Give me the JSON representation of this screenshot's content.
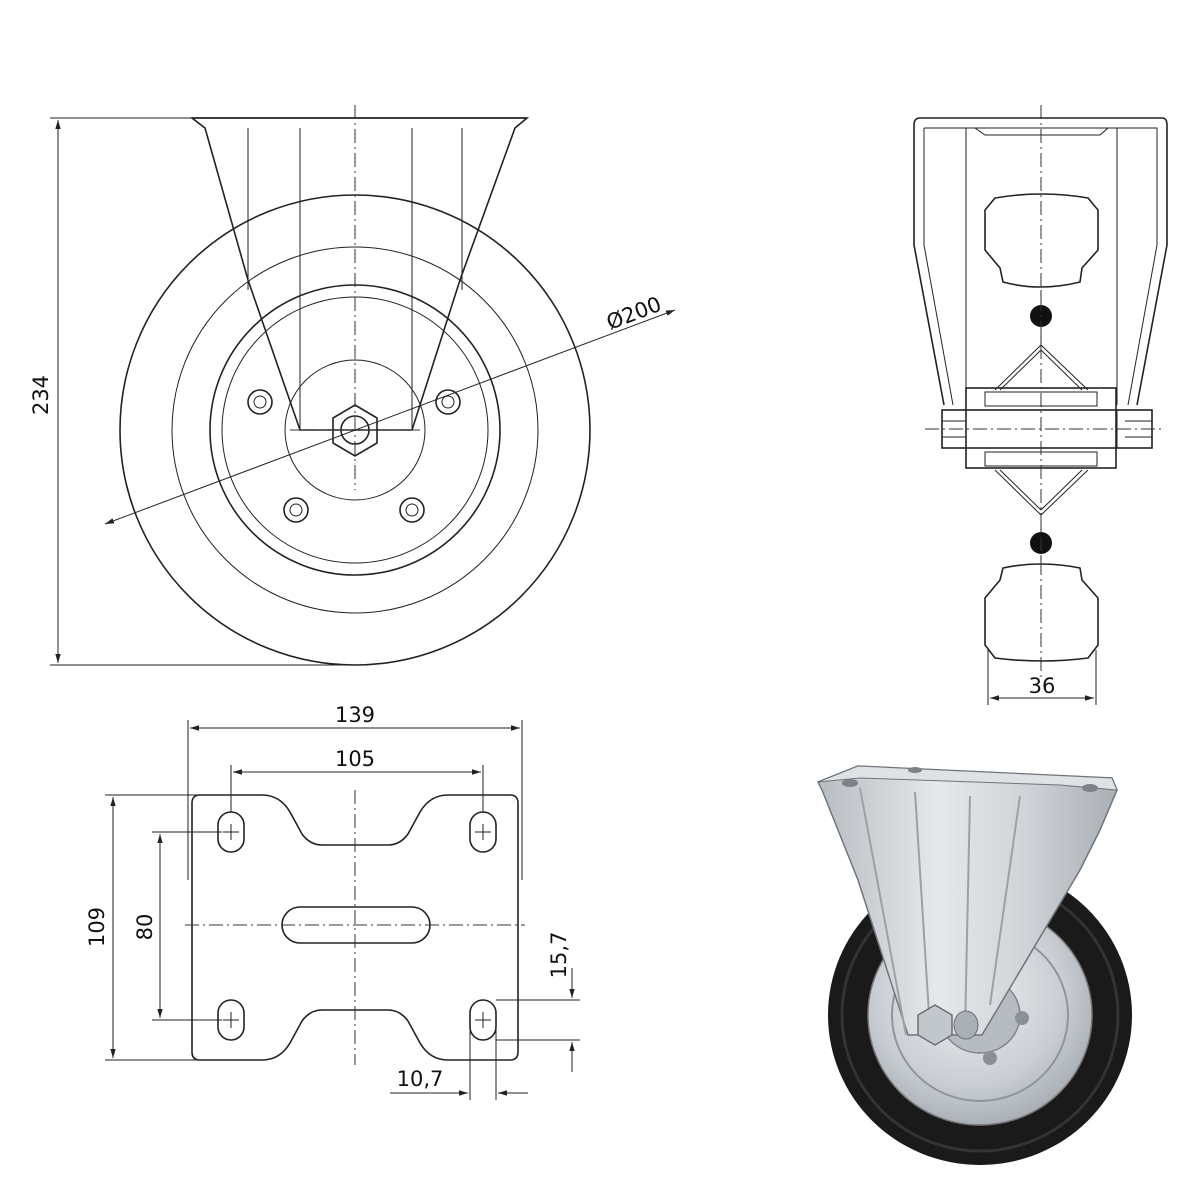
{
  "dimensions": {
    "overall_height": "234",
    "wheel_diameter": "Ø200",
    "wheel_width": "36",
    "plate_width": "139",
    "hole_spacing_x": "105",
    "plate_length": "109",
    "hole_spacing_y": "80",
    "hole_length": "15,7",
    "hole_width": "10,7"
  },
  "colors": {
    "line": "#222222",
    "background": "#ffffff",
    "tyre": "#1a1a1a",
    "metal": "#c9ced3"
  }
}
